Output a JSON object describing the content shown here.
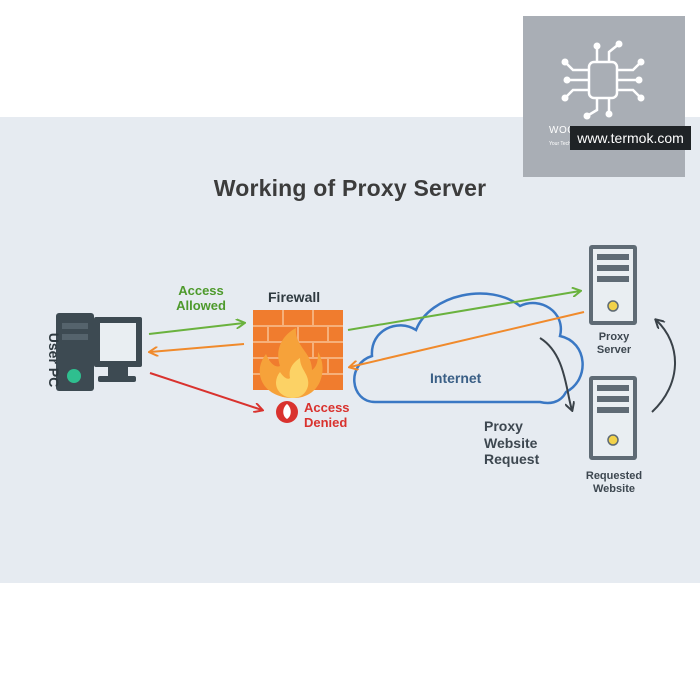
{
  "title": "Working of Proxy Server",
  "labels": {
    "user_pc": "User PC",
    "access_allowed": "Access\nAllowed",
    "firewall": "Firewall",
    "access_denied": "Access\nDenied",
    "internet": "Internet",
    "proxy_website_request": "Proxy\nWebsite\nRequest",
    "proxy_server": "Proxy\nServer",
    "requested_website": "Requested\nWebsite"
  },
  "watermark": {
    "brand": "WOOMA COMPUTER",
    "tagline": "Your Technical & Hardware Support",
    "url": "www.termok.com"
  },
  "colors": {
    "background": "#e6ebf1",
    "allowed": "#6ab23e",
    "denied": "#d9322e",
    "response": "#f08a2c",
    "cloud_stroke": "#3a78c4",
    "server_body": "#5f6b75",
    "monitor": "#3d4a52",
    "firewall_brick": "#f07c2e"
  }
}
